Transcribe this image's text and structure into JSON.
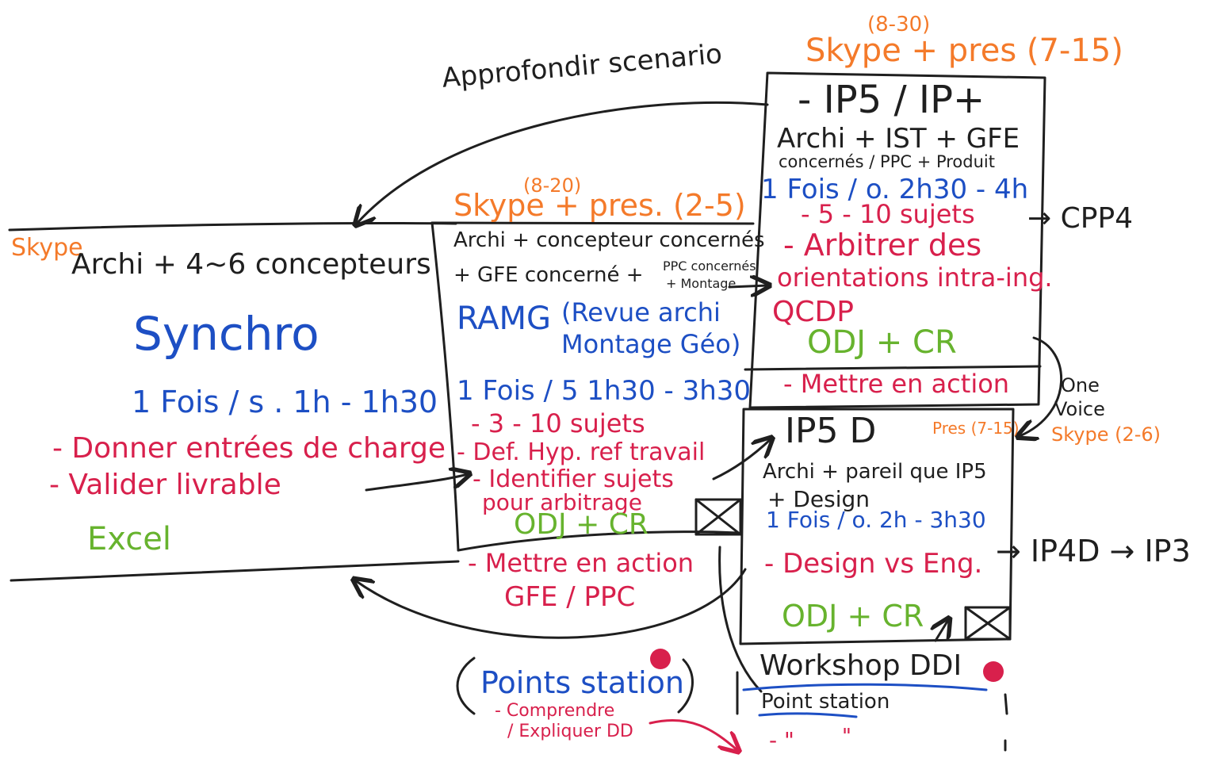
{
  "top_note": {
    "range": "(8-30)",
    "text": "Skype + pres (7-15)"
  },
  "arrow_label": "Approfondir scenario",
  "left_box": {
    "skype": "Skype",
    "attendees": "Archi + 4~6 concepteurs",
    "title": "Synchro",
    "frequency": "1 Fois / s . 1h - 1h30",
    "tasks": [
      "- Donner entrées de charge",
      "- Valider livrable"
    ],
    "tool": "Excel"
  },
  "middle_box": {
    "range": "(8-20)",
    "header": "Skype + pres. (2-5)",
    "attendees_1": "Archi + concepteur concernés",
    "attendees_2": "+ GFE concerné +",
    "attendees_3": "PPC concernés",
    "attendees_4": "+ Montage",
    "title": "RAMG",
    "subtitle_1": "(Revue archi",
    "subtitle_2": "Montage Géo)",
    "frequency": "1 Fois / 5   1h30 - 3h30",
    "tasks": [
      "- 3 - 10 sujets",
      "- Def. Hyp. ref travail",
      "- Identifier sujets",
      "pour arbitrage"
    ],
    "odj": "ODJ + CR",
    "action": "- Mettre en action",
    "action_who": "GFE / PPC"
  },
  "top_right_box": {
    "title": "- IP5 / IP+",
    "attendees_1": "Archi + IST + GFE",
    "attendees_2": "concernés / PPC + Produit",
    "frequency": "1 Fois / o.  2h30 - 4h",
    "tasks": [
      "- 5 - 10 sujets",
      "- Arbitrer des",
      "orientations intra-ing.",
      "QCDP"
    ],
    "odj": "ODJ + CR",
    "action": "- Mettre en action",
    "next": "→ CPP4"
  },
  "one_voice": {
    "line1": "One",
    "line2": "Voice",
    "skype": "Skype (2-6)"
  },
  "bottom_right_box": {
    "title": "IP5 D",
    "pres": "Pres (7-15)",
    "attendees_1": "Archi + pareil que IP5",
    "attendees_2": "+ Design",
    "frequency": "1 Fois / o.  2h - 3h30",
    "task": "- Design vs Eng.",
    "odj": "ODJ + CR",
    "next": "→ IP4D → IP3"
  },
  "workshop": {
    "title": "Workshop DDI",
    "sub": "Point station",
    "dash": "- \"",
    "tick": "\""
  },
  "points_station": {
    "title": "Points station",
    "line1": "- Comprendre",
    "line2": "/ Expliquer DD"
  },
  "colors": {
    "ink": "#1f1f1f",
    "blue": "#1d4fc4",
    "red": "#d8204c",
    "orange": "#f47a2a",
    "green": "#67b32e"
  }
}
